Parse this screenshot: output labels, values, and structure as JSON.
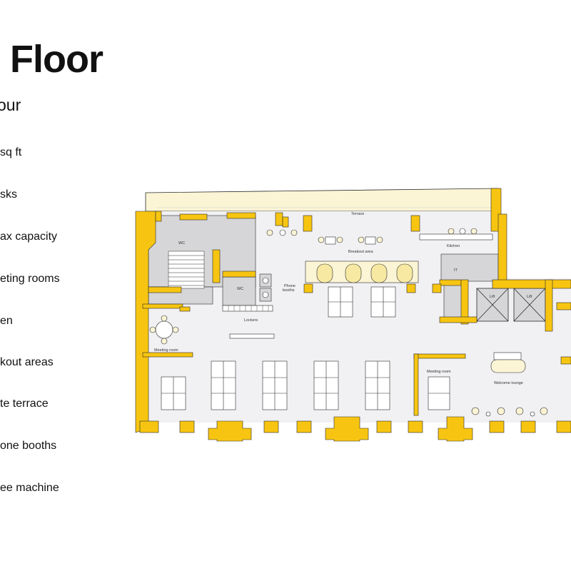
{
  "header": {
    "title": "Floor",
    "subtitle": "our"
  },
  "features": [
    "sq ft",
    "sks",
    "ax capacity",
    "eting rooms",
    "en",
    "kout areas",
    "te terrace",
    "one booths",
    "ee machine"
  ],
  "plan_labels": {
    "terrace": "Terrace",
    "breakout": "Breakout area",
    "kitchen": "Kitchen",
    "it": "IT",
    "wc1": "WC",
    "wc2": "WC",
    "phone_booths_1": "Phone",
    "phone_booths_2": "booths",
    "lockers": "Lockers",
    "lift1": "Lift",
    "lift2": "Lift",
    "meeting_room_1": "Meeting room",
    "meeting_room_2": "Meeting room",
    "welcome_lounge": "Welcome lounge"
  },
  "colors": {
    "wall": "#f7c511",
    "floor": "#f1f0f3",
    "terrace": "#fbf5d6",
    "core": "#d6d6d8",
    "outline": "#2a2a2a"
  }
}
